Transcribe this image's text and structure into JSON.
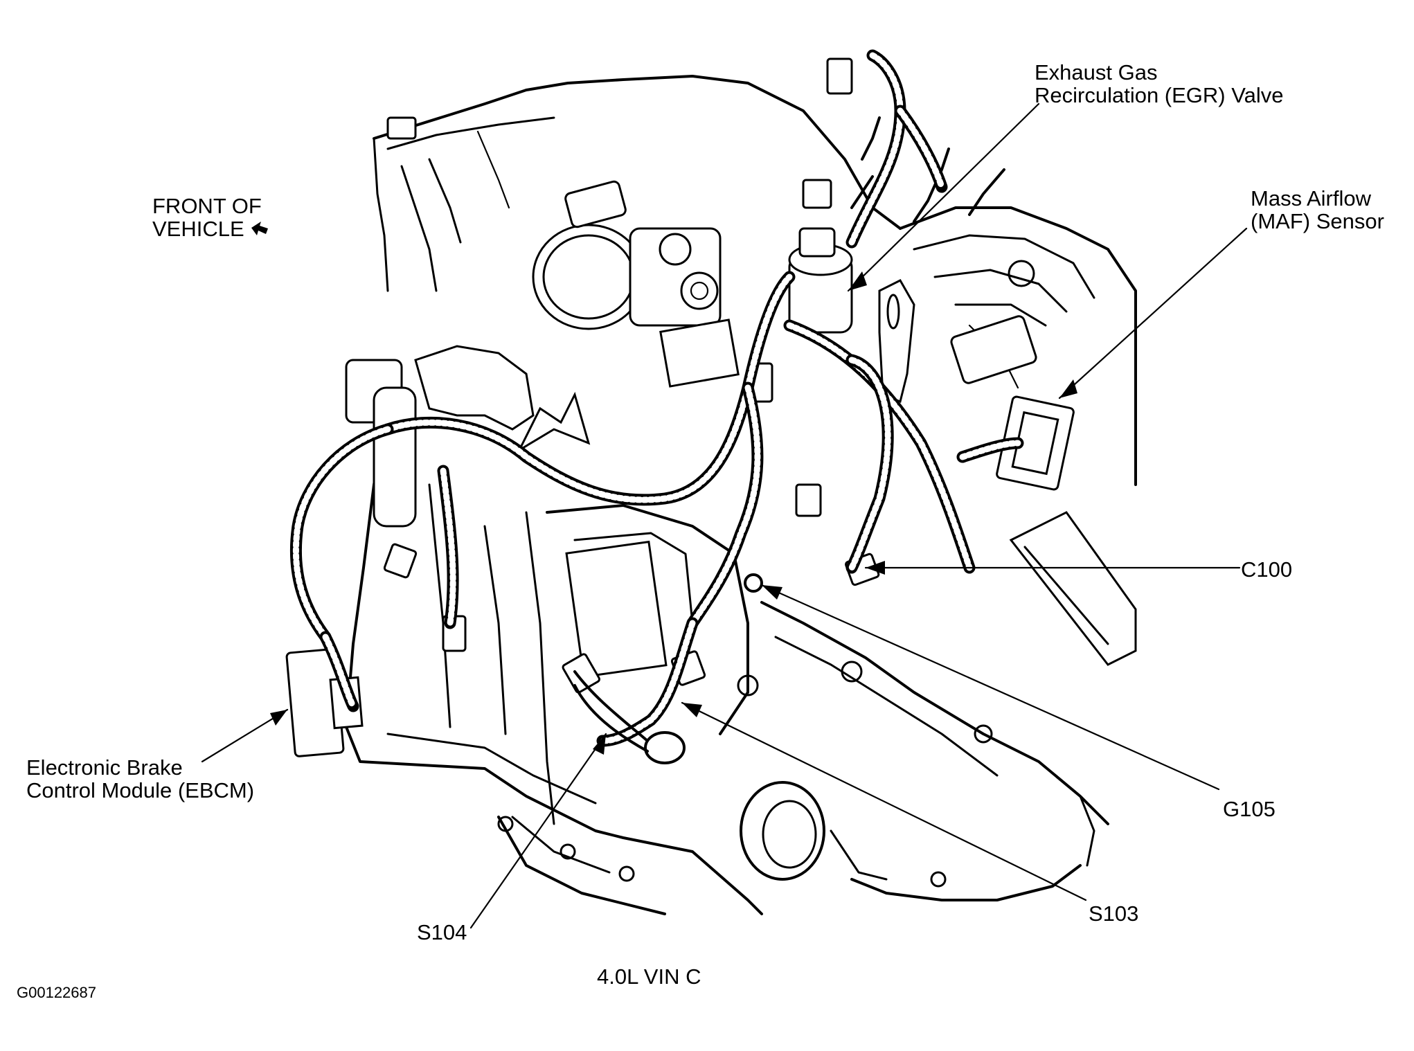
{
  "figure": {
    "caption": "4.0L VIN C",
    "figure_id": "G00122687",
    "orientation": {
      "line1": "FRONT OF",
      "line2": "VEHICLE",
      "arrow_icon": "arrow-left-icon"
    },
    "callouts": [
      {
        "id": "egr",
        "lines": [
          "Exhaust Gas",
          "Recirculation (EGR) Valve"
        ]
      },
      {
        "id": "maf",
        "lines": [
          "Mass Airflow",
          "(MAF) Sensor"
        ]
      },
      {
        "id": "c100",
        "lines": [
          "C100"
        ]
      },
      {
        "id": "ebcm",
        "lines": [
          "Electronic Brake",
          "Control Module (EBCM)"
        ]
      },
      {
        "id": "g105",
        "lines": [
          "G105"
        ]
      },
      {
        "id": "s103",
        "lines": [
          "S103"
        ]
      },
      {
        "id": "s104",
        "lines": [
          "S104"
        ]
      }
    ]
  }
}
